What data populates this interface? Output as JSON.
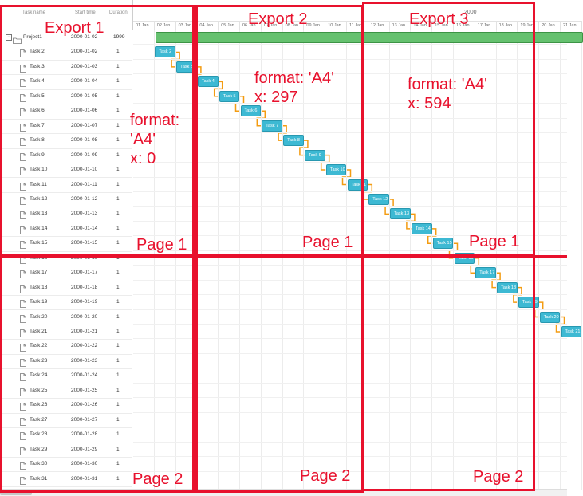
{
  "grid": {
    "columns": [
      "Task name",
      "Start time",
      "Duration"
    ],
    "project": {
      "name": "Project1",
      "start": "2000-01-02",
      "duration": "1999"
    },
    "tasks": [
      {
        "name": "Task 2",
        "start": "2000-01-02",
        "duration": "1"
      },
      {
        "name": "Task 3",
        "start": "2000-01-03",
        "duration": "1"
      },
      {
        "name": "Task 4",
        "start": "2000-01-04",
        "duration": "1"
      },
      {
        "name": "Task 5",
        "start": "2000-01-05",
        "duration": "1"
      },
      {
        "name": "Task 6",
        "start": "2000-01-06",
        "duration": "1"
      },
      {
        "name": "Task 7",
        "start": "2000-01-07",
        "duration": "1"
      },
      {
        "name": "Task 8",
        "start": "2000-01-08",
        "duration": "1"
      },
      {
        "name": "Task 9",
        "start": "2000-01-09",
        "duration": "1"
      },
      {
        "name": "Task 10",
        "start": "2000-01-10",
        "duration": "1"
      },
      {
        "name": "Task 11",
        "start": "2000-01-11",
        "duration": "1"
      },
      {
        "name": "Task 12",
        "start": "2000-01-12",
        "duration": "1"
      },
      {
        "name": "Task 13",
        "start": "2000-01-13",
        "duration": "1"
      },
      {
        "name": "Task 14",
        "start": "2000-01-14",
        "duration": "1"
      },
      {
        "name": "Task 15",
        "start": "2000-01-15",
        "duration": "1"
      },
      {
        "name": "Task 16",
        "start": "2000-01-16",
        "duration": "1"
      },
      {
        "name": "Task 17",
        "start": "2000-01-17",
        "duration": "1"
      },
      {
        "name": "Task 18",
        "start": "2000-01-18",
        "duration": "1"
      },
      {
        "name": "Task 19",
        "start": "2000-01-19",
        "duration": "1"
      },
      {
        "name": "Task 20",
        "start": "2000-01-20",
        "duration": "1"
      },
      {
        "name": "Task 21",
        "start": "2000-01-21",
        "duration": "1"
      },
      {
        "name": "Task 22",
        "start": "2000-01-22",
        "duration": "1"
      },
      {
        "name": "Task 23",
        "start": "2000-01-23",
        "duration": "1"
      },
      {
        "name": "Task 24",
        "start": "2000-01-24",
        "duration": "1"
      },
      {
        "name": "Task 25",
        "start": "2000-01-25",
        "duration": "1"
      },
      {
        "name": "Task 26",
        "start": "2000-01-26",
        "duration": "1"
      },
      {
        "name": "Task 27",
        "start": "2000-01-27",
        "duration": "1"
      },
      {
        "name": "Task 28",
        "start": "2000-01-28",
        "duration": "1"
      },
      {
        "name": "Task 29",
        "start": "2000-01-29",
        "duration": "1"
      },
      {
        "name": "Task 30",
        "start": "2000-01-30",
        "duration": "1"
      },
      {
        "name": "Task 31",
        "start": "2000-01-31",
        "duration": "1"
      }
    ]
  },
  "timeline": {
    "year": "2000",
    "days": [
      "01 Jan",
      "02 Jan",
      "03 Jan",
      "04 Jan",
      "05 Jan",
      "06 Jan",
      "07 Jan",
      "08 Jan",
      "09 Jan",
      "10 Jan",
      "11 Jan",
      "12 Jan",
      "13 Jan",
      "14 Jan",
      "15 Jan",
      "16 Jan",
      "17 Jan",
      "18 Jan",
      "19 Jan",
      "20 Jan",
      "21 Jan"
    ],
    "bars": [
      "Task 2",
      "Task 3",
      "Task 4",
      "Task 5",
      "Task 6",
      "Task 7",
      "Task 8",
      "Task 9",
      "Task 10",
      "Task 11",
      "Task 12",
      "Task 13",
      "Task 14",
      "Task 15",
      "Task 16",
      "Task 17",
      "Task 18",
      "Task 19",
      "Task 20",
      "Task 21"
    ]
  },
  "colors": {
    "accent_red": "#e8112d",
    "task_bar": "#3db9d3",
    "project_bar": "#65c16f",
    "link": "#f39c12"
  },
  "annotations": {
    "export1": {
      "title": "Export 1",
      "format": "format:\n'A4'\nx: 0",
      "page1": "Page 1",
      "page2": "Page 2"
    },
    "export2": {
      "title": "Export 2",
      "format": "format: 'A4'\nx: 297",
      "page1": "Page 1",
      "page2": "Page 2"
    },
    "export3": {
      "title": "Export 3",
      "format": "format: 'A4'\nx: 594",
      "page1": "Page 1",
      "page2": "Page 2"
    }
  }
}
